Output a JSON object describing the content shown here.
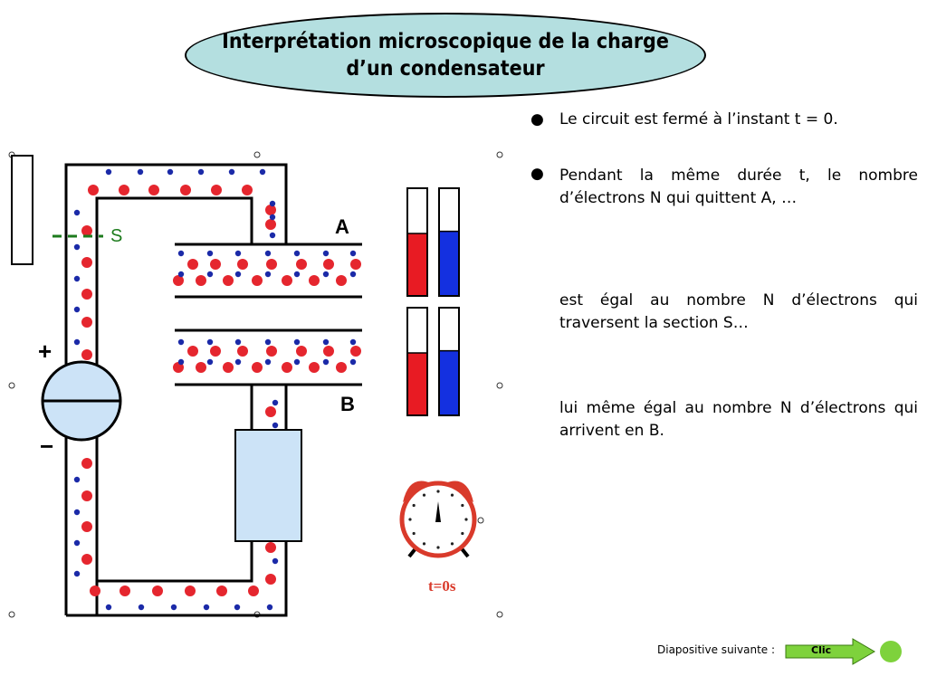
{
  "title": "Interprétation microscopique de la charge d’un condensateur",
  "bullets": [
    "Le circuit est fermé à l’instant t = 0.",
    "Pendant la même durée t, le nombre d’électrons N qui quittent A, …",
    "est égal au nombre N d’électrons qui traversent la section S…",
    "lui même égal au nombre N d’électrons qui arrivent en B."
  ],
  "diagram": {
    "section_label": "S",
    "plate_a_label": "A",
    "plate_b_label": "B",
    "plus_label": "+",
    "minus_label": "−",
    "clock_label": "t=0s"
  },
  "colors": {
    "positive_charge": "#e5262e",
    "electron": "#1b2aa8",
    "gauge_red": "#e81b23",
    "gauge_blue": "#1430e0",
    "title_bg": "#b4dfe0",
    "generator_fill": "#cce3f7",
    "resistor_fill": "#cce3f7",
    "clock_red": "#d93a2b",
    "button_green": "#7ed23c",
    "section_green": "#1c7b1c"
  },
  "gauges": [
    {
      "name": "gauge-top-red",
      "level": 0.58
    },
    {
      "name": "gauge-top-blue",
      "level": 0.6
    },
    {
      "name": "gauge-bottom-red",
      "level": 0.58
    },
    {
      "name": "gauge-bottom-blue",
      "level": 0.6
    }
  ],
  "footer": {
    "next_label": "Diapositive suivante :",
    "button_label": "Clic"
  }
}
